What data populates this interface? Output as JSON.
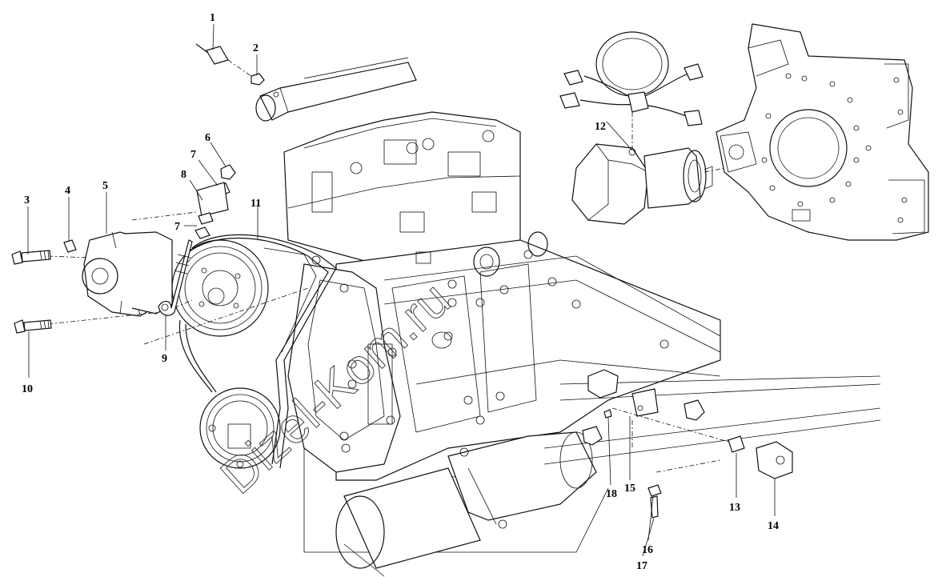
{
  "diagram": {
    "callouts": [
      {
        "id": "c1",
        "text": "1"
      },
      {
        "id": "c2",
        "text": "2"
      },
      {
        "id": "c3",
        "text": "3"
      },
      {
        "id": "c4",
        "text": "4"
      },
      {
        "id": "c5",
        "text": "5"
      },
      {
        "id": "c6",
        "text": "6"
      },
      {
        "id": "c7a",
        "text": "7"
      },
      {
        "id": "c7b",
        "text": "7"
      },
      {
        "id": "c8",
        "text": "8"
      },
      {
        "id": "c9",
        "text": "9"
      },
      {
        "id": "c10",
        "text": "10"
      },
      {
        "id": "c11",
        "text": "11"
      },
      {
        "id": "c12",
        "text": "12"
      },
      {
        "id": "c13",
        "text": "13"
      },
      {
        "id": "c14",
        "text": "14"
      },
      {
        "id": "c15",
        "text": "15"
      },
      {
        "id": "c16",
        "text": "16"
      },
      {
        "id": "c17",
        "text": "17"
      },
      {
        "id": "c18",
        "text": "18"
      }
    ],
    "watermark": "Dizel-Kom.ru"
  }
}
